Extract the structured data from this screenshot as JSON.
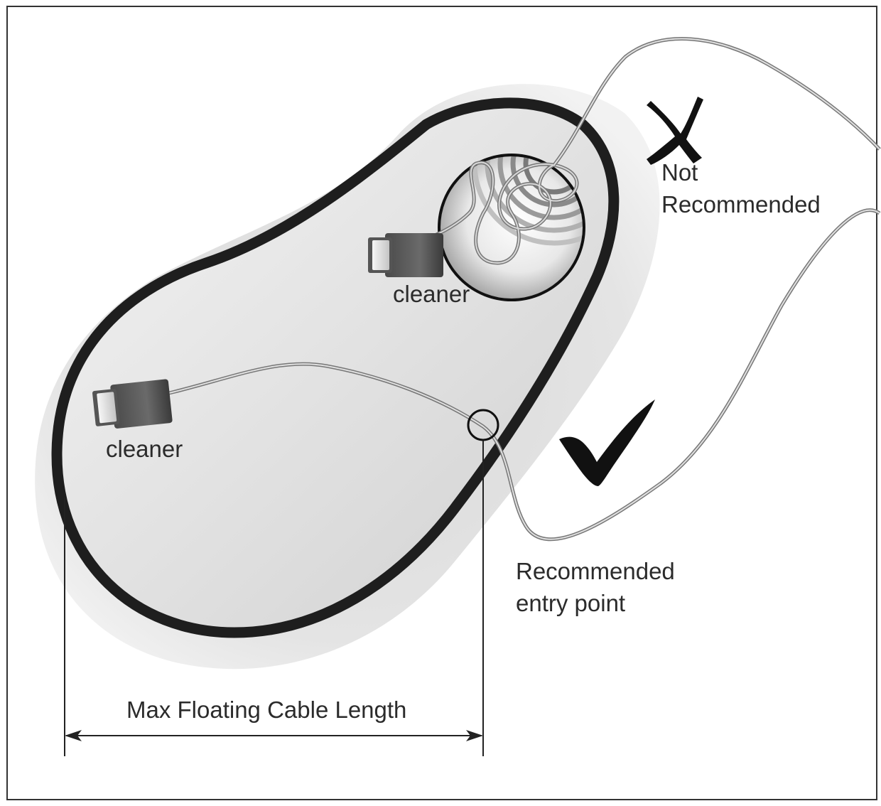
{
  "labels": {
    "cleaner_top": "cleaner",
    "cleaner_left": "cleaner",
    "not_recommended_line1": "Not",
    "not_recommended_line2": "Recommended",
    "recommended_line1": "Recommended",
    "recommended_line2": "entry point",
    "dimension": "Max Floating Cable Length"
  },
  "icons": {
    "bad": "cross-mark-icon",
    "good": "check-mark-icon"
  },
  "colors": {
    "pool_outline": "#1e1e1e",
    "pool_fill": "#dedede",
    "pool_halo": "#e6e6e6",
    "cable": "#8a8a8a",
    "frame": "#333333",
    "text": "#2b2b2b"
  }
}
